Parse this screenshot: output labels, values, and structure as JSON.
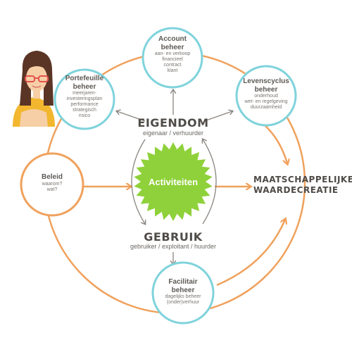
{
  "nodes": {
    "account": {
      "title_1": "Account",
      "title_2": "beheer",
      "lines": [
        "aan- en verkoop",
        "financieel",
        "contract",
        "klant"
      ]
    },
    "portefeuille": {
      "title_1": "Portefeuille",
      "title_2": "beheer",
      "lines": [
        "meerjaren-",
        "investeringsplan",
        "performance",
        "strategisch",
        "risico"
      ]
    },
    "levenscyclus": {
      "title_1": "Levenscyclus",
      "title_2": "beheer",
      "lines": [
        "onderhoud",
        "wet- en regelgeving",
        "duurzaamheid"
      ]
    },
    "beleid": {
      "title_1": "Beleid",
      "lines": [
        "waarom?",
        "wat?"
      ]
    },
    "facilitair": {
      "title_1": "Facilitair",
      "title_2": "beheer",
      "lines": [
        "dagelijks beheer",
        "(onder)verhuur"
      ]
    }
  },
  "eigendom": {
    "label": "EIGENDOM",
    "sub": "eigenaar / verhuurder"
  },
  "gebruik": {
    "label": "GEBRUIK",
    "sub": "gebruiker / exploitant / huurder"
  },
  "center": {
    "label": "Activiteiten"
  },
  "outcome": {
    "line_1": "MAATSCHAPPELIJKE",
    "line_2": "WAARDECREATIE"
  },
  "colors": {
    "orange": "#f0a15c",
    "teal": "#7fd3dc",
    "green": "#8fd13a",
    "gray_arrow": "#8a8580",
    "text": "#5c5955"
  }
}
